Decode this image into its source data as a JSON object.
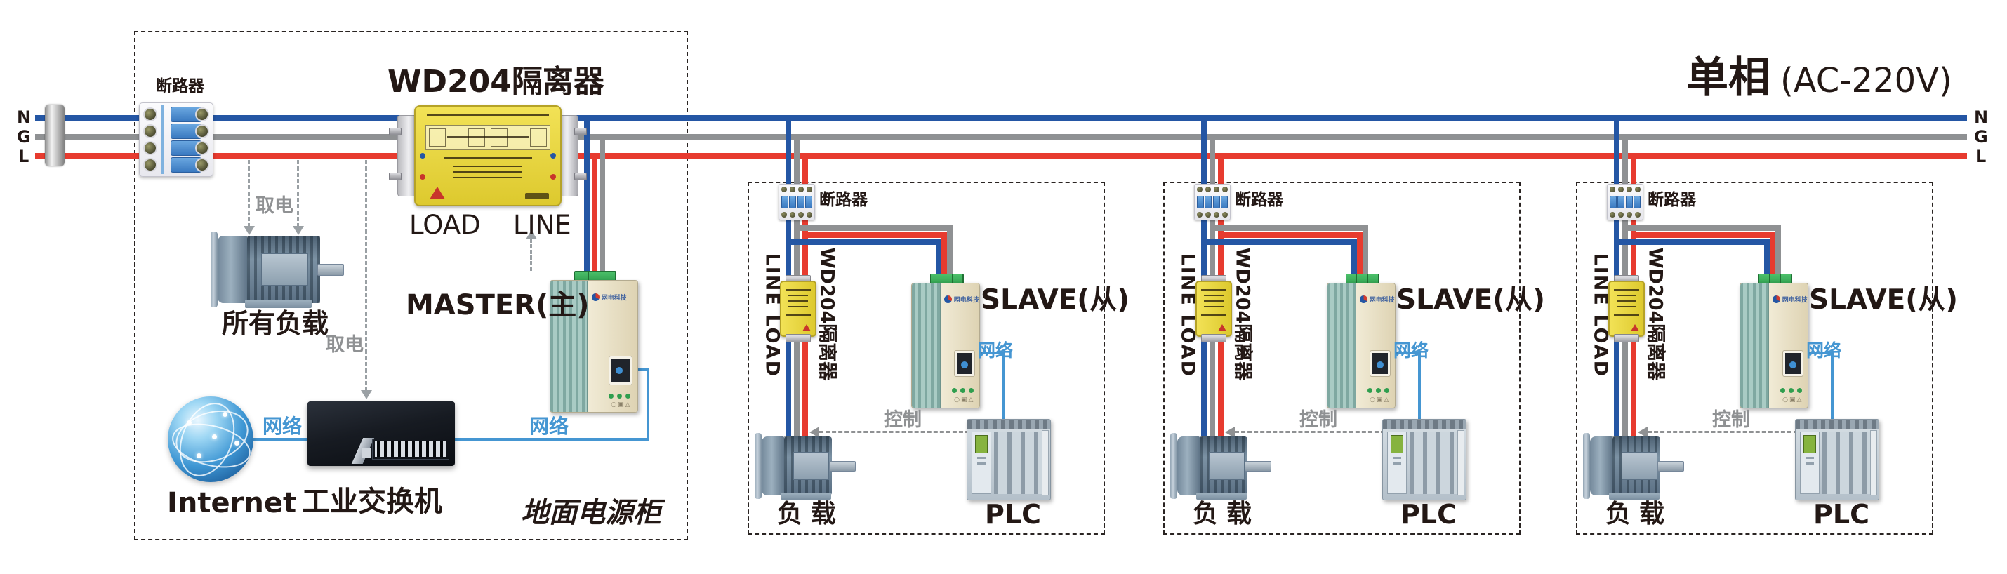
{
  "title": {
    "main": "单相",
    "sub": "(AC-220V)"
  },
  "bus": {
    "left_labels": [
      "N",
      "G",
      "L"
    ],
    "right_labels": [
      "N",
      "G",
      "L"
    ]
  },
  "colors": {
    "wire_n_blue": "#2456a4",
    "wire_g_gray": "#8f9193",
    "wire_l_red": "#e73b2f",
    "network_blue": "#4596d2",
    "annotation_gray": "#8f9193",
    "isolator_yellow": "#e9d83f",
    "box_border_black": "#2a2422"
  },
  "cabinet": {
    "breaker_label": "断路器",
    "isolator_title": "WD204隔离器",
    "load_label": "LOAD",
    "line_label": "LINE",
    "master_label": "MASTER(主)",
    "power_tap_label_top": "取电",
    "power_tap_label_bottom": "取电",
    "all_loads_label": "所有负载",
    "internet_label": "Internet",
    "network_label_internet": "网络",
    "network_label_master": "网络",
    "switch_label": "工业交换机",
    "cabinet_label": "地面电源柜",
    "device_brand": "网电科技"
  },
  "slaves": [
    {
      "breaker_label": "断路器",
      "isolator_label": "WD204隔离器",
      "line_load_label": "LINE LOAD",
      "slave_label": "SLAVE(从)",
      "network_label": "网络",
      "control_label": "控制",
      "load_label": "负载",
      "plc_label": "PLC",
      "device_brand": "网电科技"
    },
    {
      "breaker_label": "断路器",
      "isolator_label": "WD204隔离器",
      "line_load_label": "LINE LOAD",
      "slave_label": "SLAVE(从)",
      "network_label": "网络",
      "control_label": "控制",
      "load_label": "负载",
      "plc_label": "PLC",
      "device_brand": "网电科技"
    },
    {
      "breaker_label": "断路器",
      "isolator_label": "WD204隔离器",
      "line_load_label": "LINE LOAD",
      "slave_label": "SLAVE(从)",
      "network_label": "网络",
      "control_label": "控制",
      "load_label": "负载",
      "plc_label": "PLC",
      "device_brand": "网电科技"
    }
  ]
}
